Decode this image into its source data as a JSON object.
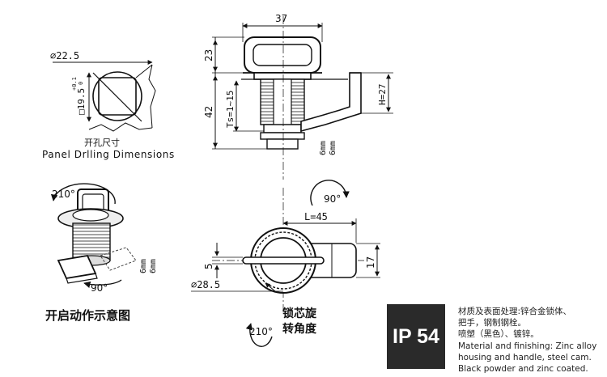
{
  "panel_drilling": {
    "diameter_label": "⌀22.5",
    "side_label": "□19.5",
    "tolerance_upper": "+0.1",
    "tolerance_lower": "0",
    "caption_cn": "开孔尺寸",
    "caption_en": "Panel Drlling Dimensions"
  },
  "side_view": {
    "width_label": "37",
    "handle_height_label": "23",
    "body_height_label": "42",
    "ts_label": "Ts=1~15",
    "h_label": "H=27",
    "thickness_label_a": "6mm",
    "thickness_label_b": "6mm"
  },
  "front_view": {
    "rotation_label": "90°",
    "length_label": "L=45",
    "cam_width_label": "5",
    "cam_height_label": "17",
    "diameter_label": "⌀28.5"
  },
  "iso_view": {
    "rotation_top": "210°",
    "rotation_bottom": "90°",
    "thickness_label_a": "6mm",
    "thickness_label_b": "6mm",
    "caption": "开启动作示意图"
  },
  "core_rotation": {
    "angle": "210°",
    "caption_line1": "锁芯旋",
    "caption_line2": "转角度"
  },
  "badge": {
    "text": "IP 54"
  },
  "material": {
    "cn_line1": "材质及表面处理:锌合金锁体、",
    "cn_line2": "把手，钢制钢栓。",
    "cn_line3": "喷塑（黑色）、镀锌。",
    "en_line1": "Material and finishing: Zinc alloy",
    "en_line2": "housing and handle, steel cam.",
    "en_line3": "Black powder and zinc coated."
  }
}
